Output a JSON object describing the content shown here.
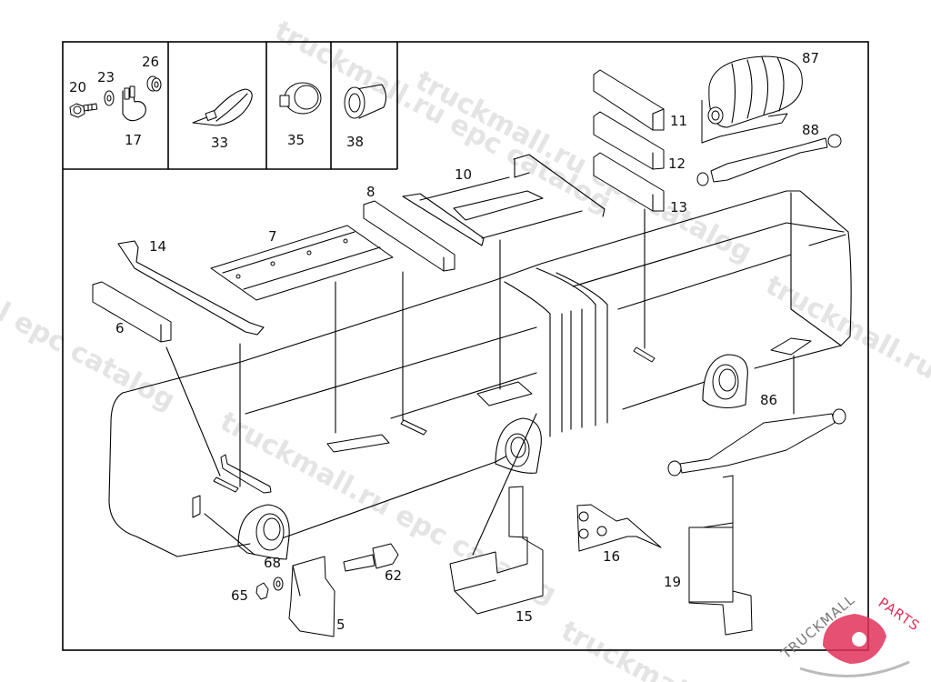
{
  "diagram": {
    "title": "Bus body underside mounting parts – exploded view",
    "callouts": {
      "p20": "20",
      "p23": "23",
      "p26": "26",
      "p17": "17",
      "p33": "33",
      "p35": "35",
      "p38": "38",
      "p87": "87",
      "p88": "88",
      "p11": "11",
      "p12": "12",
      "p13": "13",
      "p10": "10",
      "p8": "8",
      "p7": "7",
      "p14": "14",
      "p6": "6",
      "p86": "86",
      "p68": "68",
      "p65": "65",
      "p62": "62",
      "p5": "5",
      "p15": "15",
      "p16": "16",
      "p19": "19"
    },
    "watermark": {
      "text1": "truckmall.ru epc catalog",
      "text2": "truckmall.ru epc catalog",
      "text3": "l epc catalog",
      "text4": "truckmall.ru epc catalog",
      "text5": "truckmall.ru",
      "text6": "truckmall"
    },
    "logo": {
      "brand_dark": "TRUCKMALL",
      "brand_accent": "PARTS",
      "accent_color": "#e0315a",
      "dark_color": "#777777"
    }
  }
}
